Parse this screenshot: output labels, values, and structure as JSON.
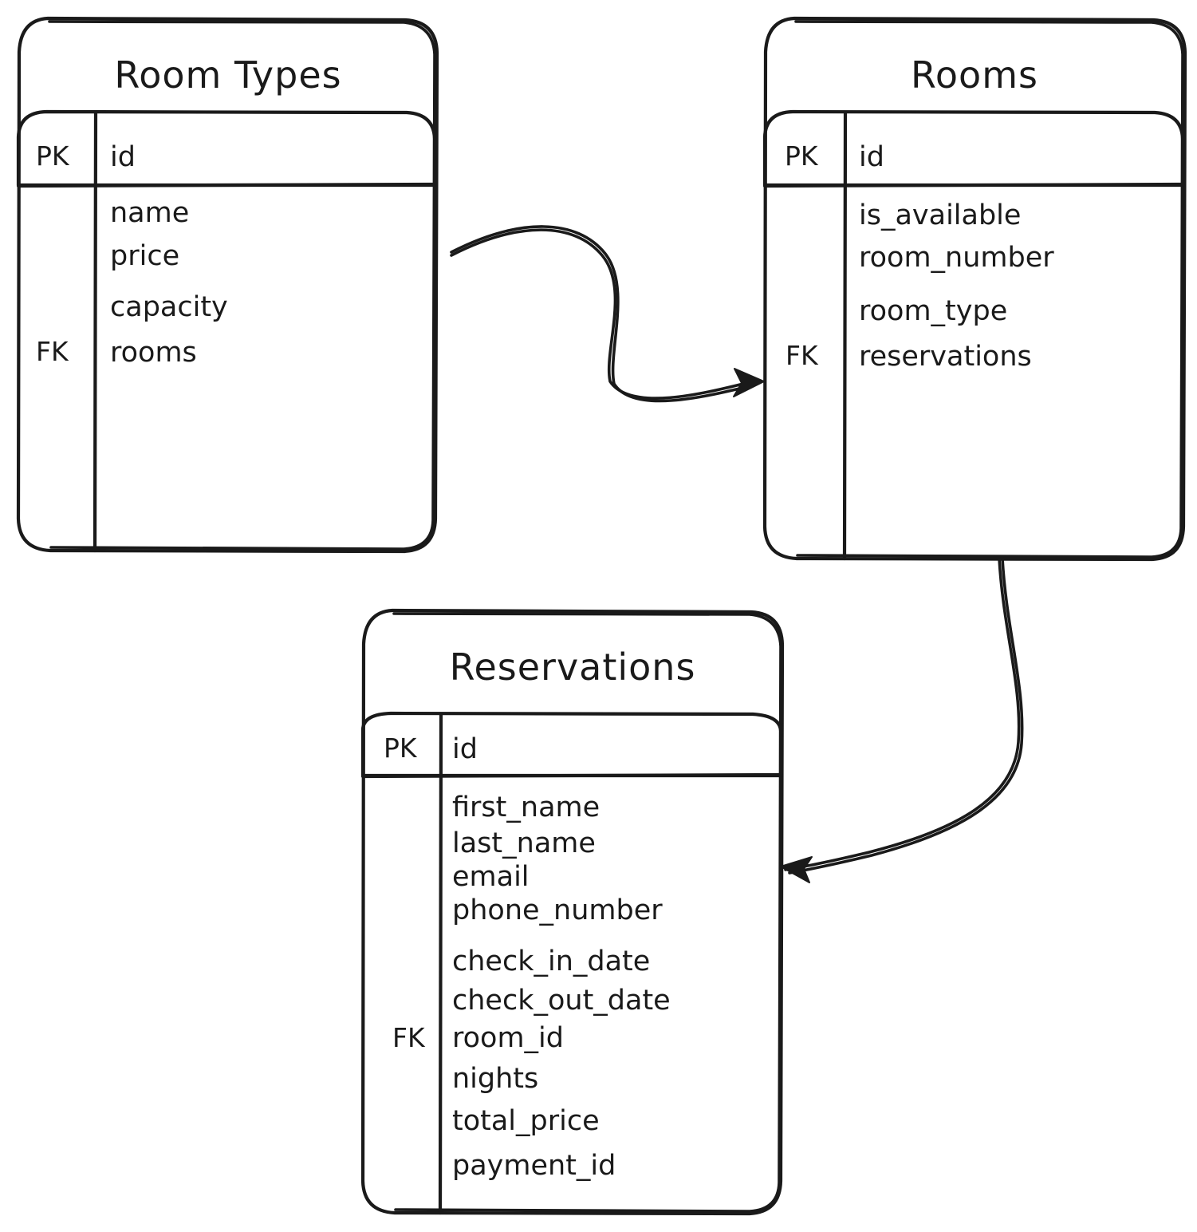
{
  "diagram": {
    "type": "entity-relationship-diagram",
    "style": "hand-drawn",
    "background_color": "#ffffff",
    "stroke_color": "#1a1a1a",
    "entities": [
      {
        "id": "room_types",
        "title": "Room Types",
        "primary_key": {
          "key": "PK",
          "field": "id"
        },
        "attributes": [
          {
            "key": "",
            "field": "name"
          },
          {
            "key": "",
            "field": "price"
          },
          {
            "key": "",
            "field": "capacity"
          },
          {
            "key": "FK",
            "field": "rooms"
          }
        ]
      },
      {
        "id": "rooms",
        "title": "Rooms",
        "primary_key": {
          "key": "PK",
          "field": "id"
        },
        "attributes": [
          {
            "key": "",
            "field": "is_available"
          },
          {
            "key": "",
            "field": "room_number"
          },
          {
            "key": "",
            "field": "room_type"
          },
          {
            "key": "FK",
            "field": "reservations"
          }
        ]
      },
      {
        "id": "reservations",
        "title": "Reservations",
        "primary_key": {
          "key": "PK",
          "field": "id"
        },
        "attributes": [
          {
            "key": "",
            "field": "first_name"
          },
          {
            "key": "",
            "field": "last_name"
          },
          {
            "key": "",
            "field": "email"
          },
          {
            "key": "",
            "field": "phone_number"
          },
          {
            "key": "",
            "field": "check_in_date"
          },
          {
            "key": "",
            "field": "check_out_date"
          },
          {
            "key": "FK",
            "field": "room_id"
          },
          {
            "key": "",
            "field": "nights"
          },
          {
            "key": "",
            "field": "total_price"
          },
          {
            "key": "",
            "field": "payment_id"
          }
        ]
      }
    ],
    "relationships": [
      {
        "id": "room_types-to-rooms",
        "from": "room_types",
        "to": "rooms",
        "arrow": "single"
      },
      {
        "id": "rooms-to-reservations",
        "from": "rooms",
        "to": "reservations",
        "arrow": "single"
      }
    ]
  }
}
